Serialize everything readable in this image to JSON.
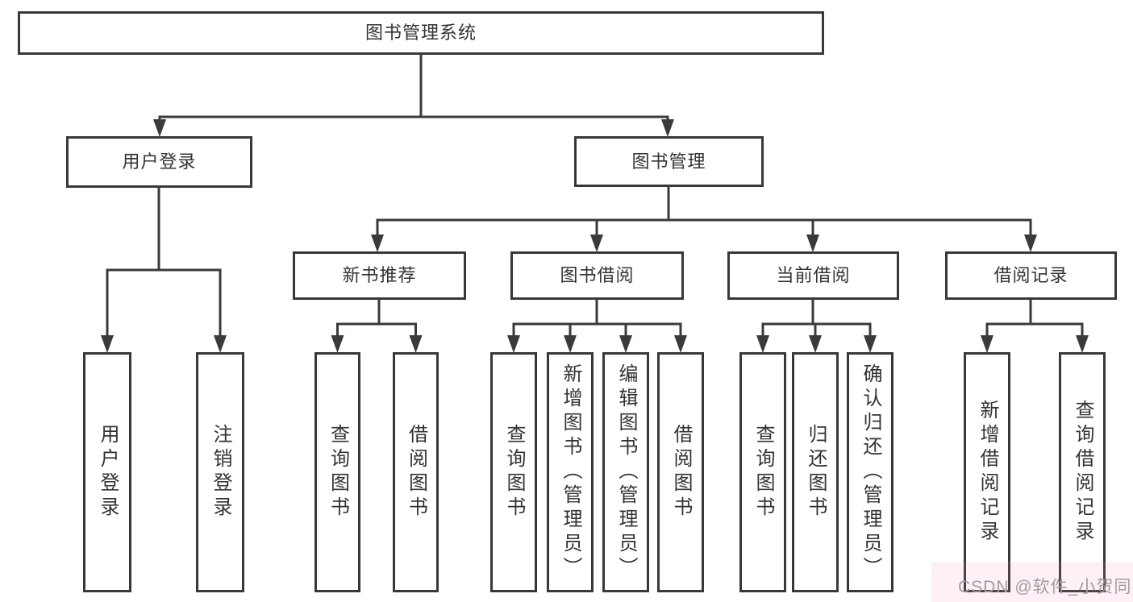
{
  "tree": {
    "label": "图书管理系统",
    "children": [
      {
        "label": "用户登录",
        "children": [
          {
            "label": "用户登录"
          },
          {
            "label": "注销登录"
          }
        ]
      },
      {
        "label": "图书管理",
        "children": [
          {
            "label": "新书推荐",
            "children": [
              {
                "label": "查询图书"
              },
              {
                "label": "借阅图书"
              }
            ]
          },
          {
            "label": "图书借阅",
            "children": [
              {
                "label": "查询图书"
              },
              {
                "label": "新增图书（管理员）"
              },
              {
                "label": "编辑图书（管理员）"
              },
              {
                "label": "借阅图书"
              }
            ]
          },
          {
            "label": "当前借阅",
            "children": [
              {
                "label": "查询图书"
              },
              {
                "label": "归还图书"
              },
              {
                "label": "确认归还（管理员）"
              }
            ]
          },
          {
            "label": "借阅记录",
            "children": [
              {
                "label": "新增借阅记录"
              },
              {
                "label": "查询借阅记录"
              }
            ]
          }
        ]
      }
    ]
  },
  "watermark": {
    "text": "CSDN @软件_小贺同学"
  },
  "colors": {
    "line": "#3a3a3a",
    "box_border": "#383838",
    "box_background": "#ffffff",
    "text": "#333333",
    "watermark_text": "#9e9e9e",
    "watermark_tint": "#f3d4e4",
    "page_background": "#ffffff"
  }
}
